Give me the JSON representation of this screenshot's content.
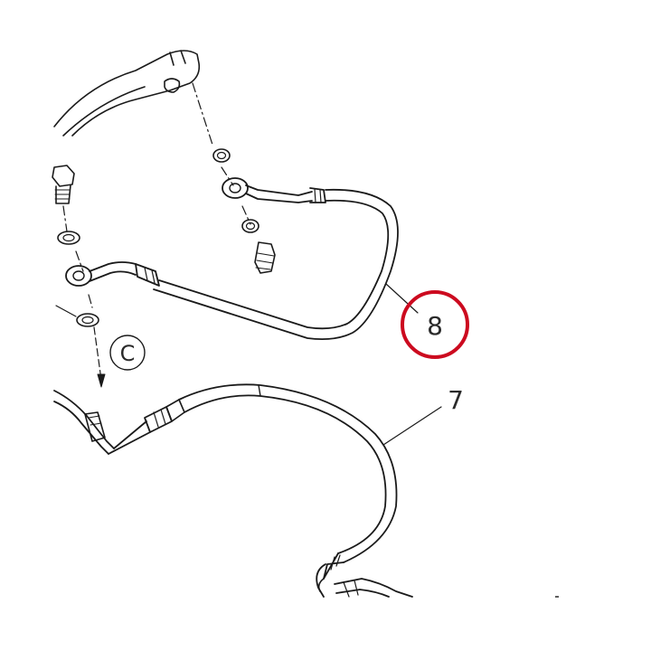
{
  "callouts": {
    "hose_upper": "8",
    "hose_lower": "7",
    "connector": "C"
  },
  "colors": {
    "line": "#1a1a1a",
    "highlight_ring": "#cc0a1f",
    "background": "#ffffff"
  }
}
